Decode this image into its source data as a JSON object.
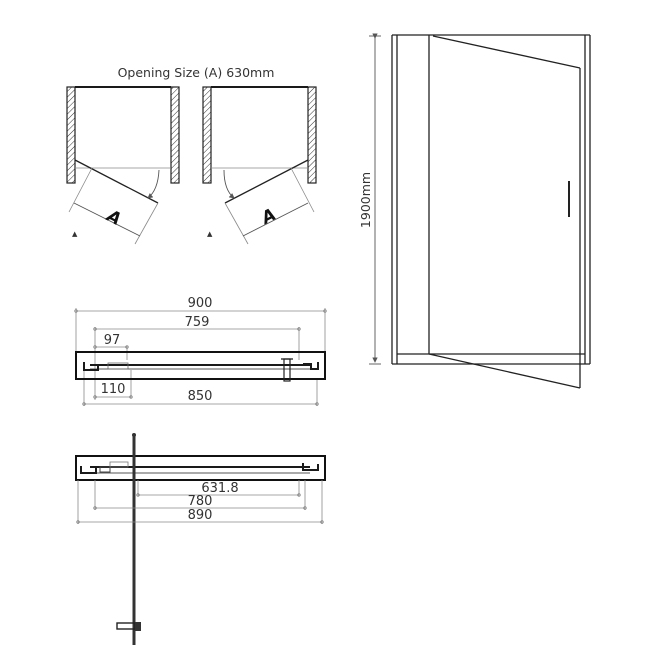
{
  "plan_view": {
    "title": "Opening Size (A) 630mm",
    "door_label_left": "A",
    "door_label_right": "A"
  },
  "top_profile": {
    "dimensions": {
      "overall": "900",
      "inner": "759",
      "left_offset_top": "97",
      "left_offset_bottom": "110",
      "lower_overall": "850"
    }
  },
  "bottom_profile": {
    "dimensions": {
      "opening": "631.8",
      "middle": "780",
      "overall": "890"
    }
  },
  "elevation": {
    "height_label": "1900mm"
  },
  "colors": {
    "line": "#1a1a1a",
    "dimension_line": "#8a8a8a",
    "text": "#333333",
    "background": "#ffffff"
  }
}
